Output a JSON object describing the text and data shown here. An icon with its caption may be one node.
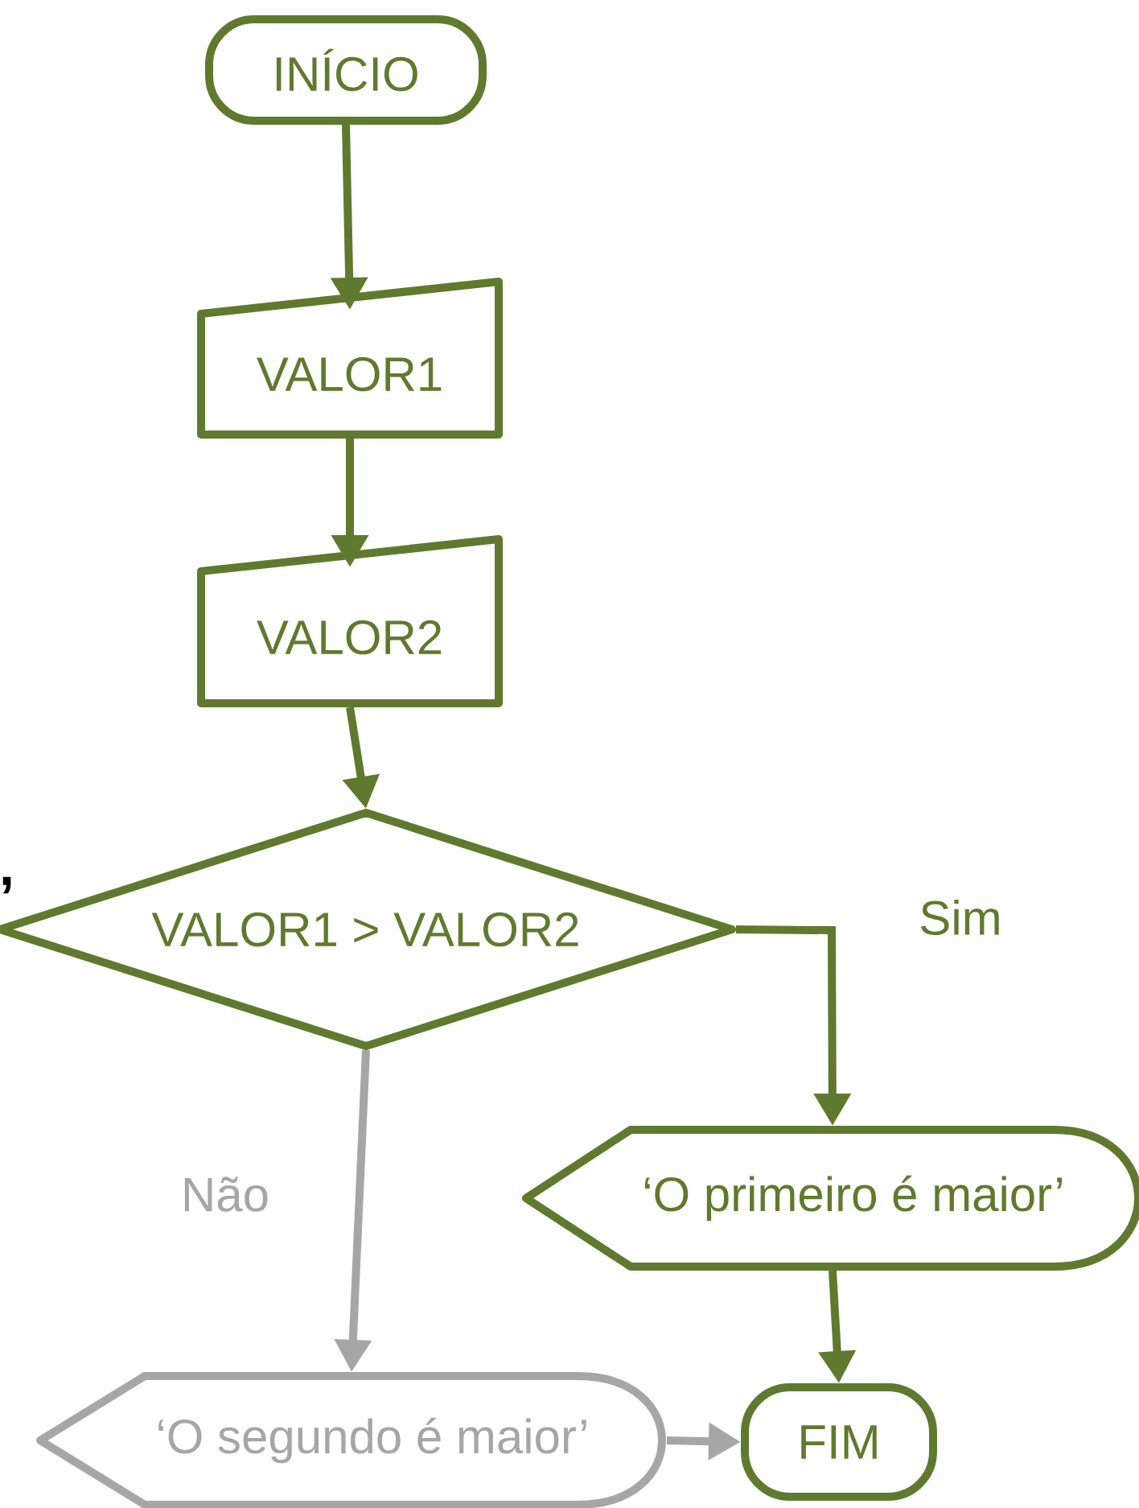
{
  "diagram": {
    "nodes": [
      {
        "text": [
          "INÍCIO"
        ]
      },
      {
        "text": [
          "VALOR1"
        ]
      },
      {
        "text": [
          "VALOR2"
        ]
      },
      {
        "text": [
          "VALOR1 > VALOR2"
        ]
      },
      {
        "text": [
          "‘O primeiro é maior’"
        ]
      },
      {
        "text": [
          "‘O segundo é maior’"
        ]
      },
      {
        "text": [
          "FIM"
        ]
      }
    ],
    "edges": [
      {
        "from": 0,
        "to": 1,
        "arrow": "to"
      },
      {
        "from": 1,
        "to": 2,
        "arrow": "to"
      },
      {
        "from": 2,
        "to": 3,
        "arrow": "to"
      },
      {
        "from": 3,
        "to": 4,
        "arrow": "to",
        "label": "Sim"
      },
      {
        "from": 3,
        "to": 5,
        "arrow": "to",
        "label": "Não",
        "color": "#a6a6a6"
      },
      {
        "from": 4,
        "to": 6,
        "arrow": "to"
      },
      {
        "from": 5,
        "to": 6,
        "arrow": "to",
        "color": "#a6a6a6"
      }
    ],
    "labels": [
      ","
    ]
  }
}
